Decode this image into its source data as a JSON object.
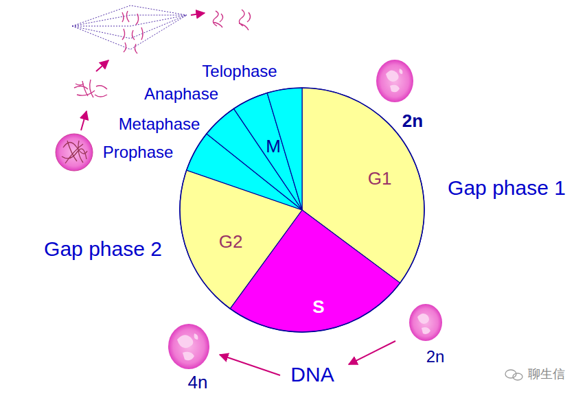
{
  "diagram": {
    "nodes": [
      {
        "text": [
          "G1"
        ]
      },
      {
        "text": [
          "S"
        ]
      },
      {
        "text": [
          "G2"
        ]
      },
      {
        "text": [
          "M"
        ]
      }
    ],
    "labels": [
      "Telophase",
      "Anaphase",
      "Metaphase",
      "Prophase",
      "Gap phase 1",
      "Gap phase 2",
      "2n",
      "2n",
      "DNA",
      "4n",
      "聊生信"
    ]
  }
}
